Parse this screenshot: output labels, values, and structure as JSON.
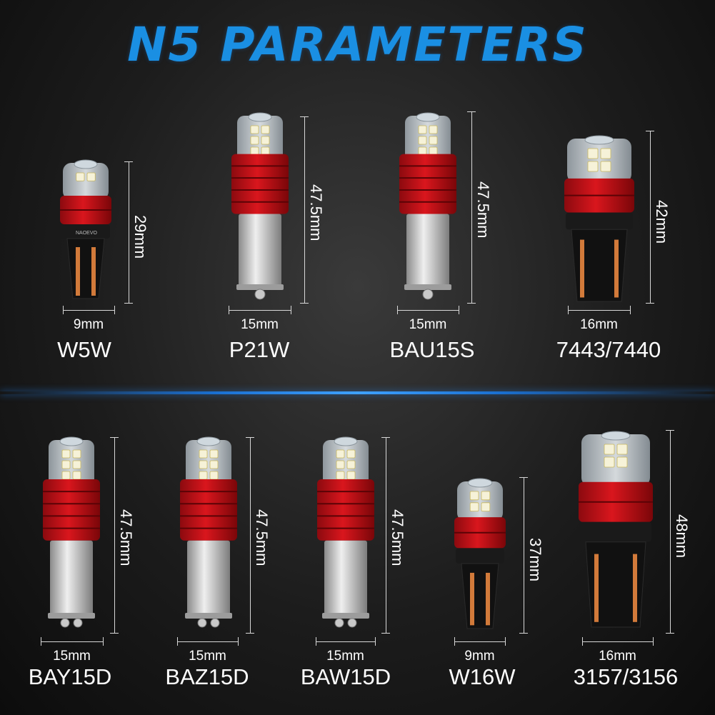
{
  "title": "N5 PARAMETERS",
  "colors": {
    "title": "#1a8fe3",
    "red_body": "#d9161d",
    "divider": "#3fa2ff"
  },
  "bulbs": [
    {
      "name": "W5W",
      "height": "29mm",
      "width": "9mm",
      "brand": "NAOEVO"
    },
    {
      "name": "P21W",
      "height": "47.5mm",
      "width": "15mm"
    },
    {
      "name": "BAU15S",
      "height": "47.5mm",
      "width": "15mm"
    },
    {
      "name": "7443/7440",
      "height": "42mm",
      "width": "16mm"
    },
    {
      "name": "BAY15D",
      "height": "47.5mm",
      "width": "15mm"
    },
    {
      "name": "BAZ15D",
      "height": "47.5mm",
      "width": "15mm"
    },
    {
      "name": "BAW15D",
      "height": "47.5mm",
      "width": "15mm"
    },
    {
      "name": "W16W",
      "height": "37mm",
      "width": "9mm"
    },
    {
      "name": "3157/3156",
      "height": "48mm",
      "width": "16mm"
    }
  ]
}
